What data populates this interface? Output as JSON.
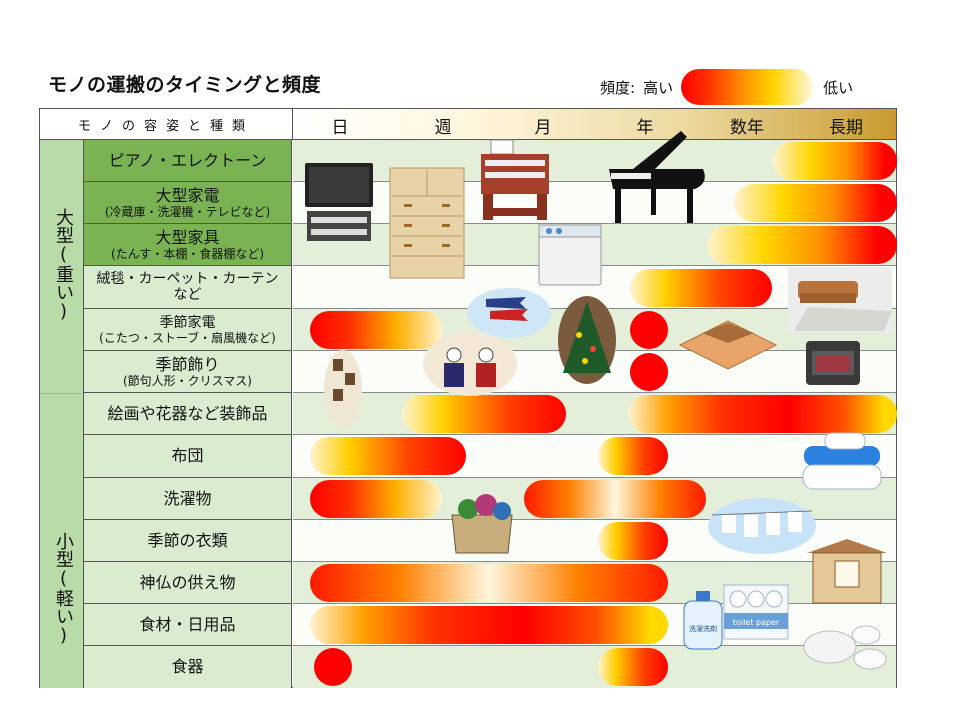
{
  "title": "モノの運搬のタイミングと頻度",
  "legend": {
    "label": "頻度:",
    "high": "高い",
    "low": "低い"
  },
  "header": {
    "kind": "モノの容姿と種類",
    "times": [
      "日",
      "週",
      "月",
      "年",
      "数年",
      "長期"
    ]
  },
  "categories": {
    "large": "大型(重い)",
    "small": "小型(軽い)"
  },
  "rows": [
    {
      "label": "ピアノ・エレクトーン",
      "sub": ""
    },
    {
      "label": "大型家電",
      "sub": "(冷蔵庫・洗濯機・テレビなど)"
    },
    {
      "label": "大型家具",
      "sub": "(たんす・本棚・食器棚など)"
    },
    {
      "label": "絨毯・カーペット・カーテン",
      "sub": "など"
    },
    {
      "label": "季節家電",
      "sub": "(こたつ・ストーブ・扇風機など)"
    },
    {
      "label": "季節飾り",
      "sub": "(節句人形・クリスマス)"
    },
    {
      "label": "絵画や花器など装飾品",
      "sub": ""
    },
    {
      "label": "布団",
      "sub": ""
    },
    {
      "label": "洗濯物",
      "sub": ""
    },
    {
      "label": "季節の衣類",
      "sub": ""
    },
    {
      "label": "神仏の供え物",
      "sub": ""
    },
    {
      "label": "食材・日用品",
      "sub": ""
    },
    {
      "label": "食器",
      "sub": ""
    }
  ],
  "images": {
    "detergent": "洗濯洗剤",
    "toilet_paper": "toilet paper"
  },
  "colors": {
    "high": "#ff0000",
    "mid": "#ffa000",
    "low": "#fff3d0",
    "header_label": "#79b352",
    "category": "#b8dba8"
  }
}
